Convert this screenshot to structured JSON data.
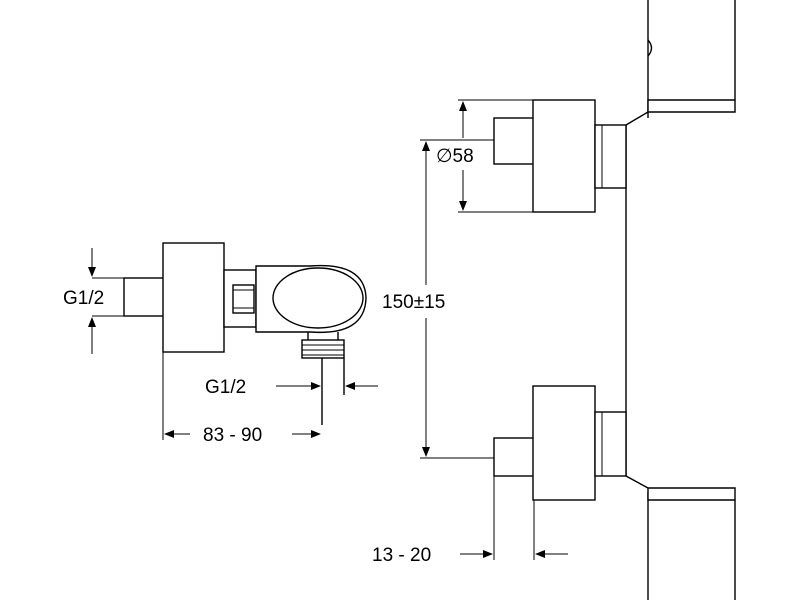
{
  "labels": {
    "g12_left": "G1/2",
    "g12_outlet": "G1/2",
    "width_range": "83 - 90",
    "diameter": "∅58",
    "center_distance": "150±15",
    "depth_range": "13 - 20"
  }
}
